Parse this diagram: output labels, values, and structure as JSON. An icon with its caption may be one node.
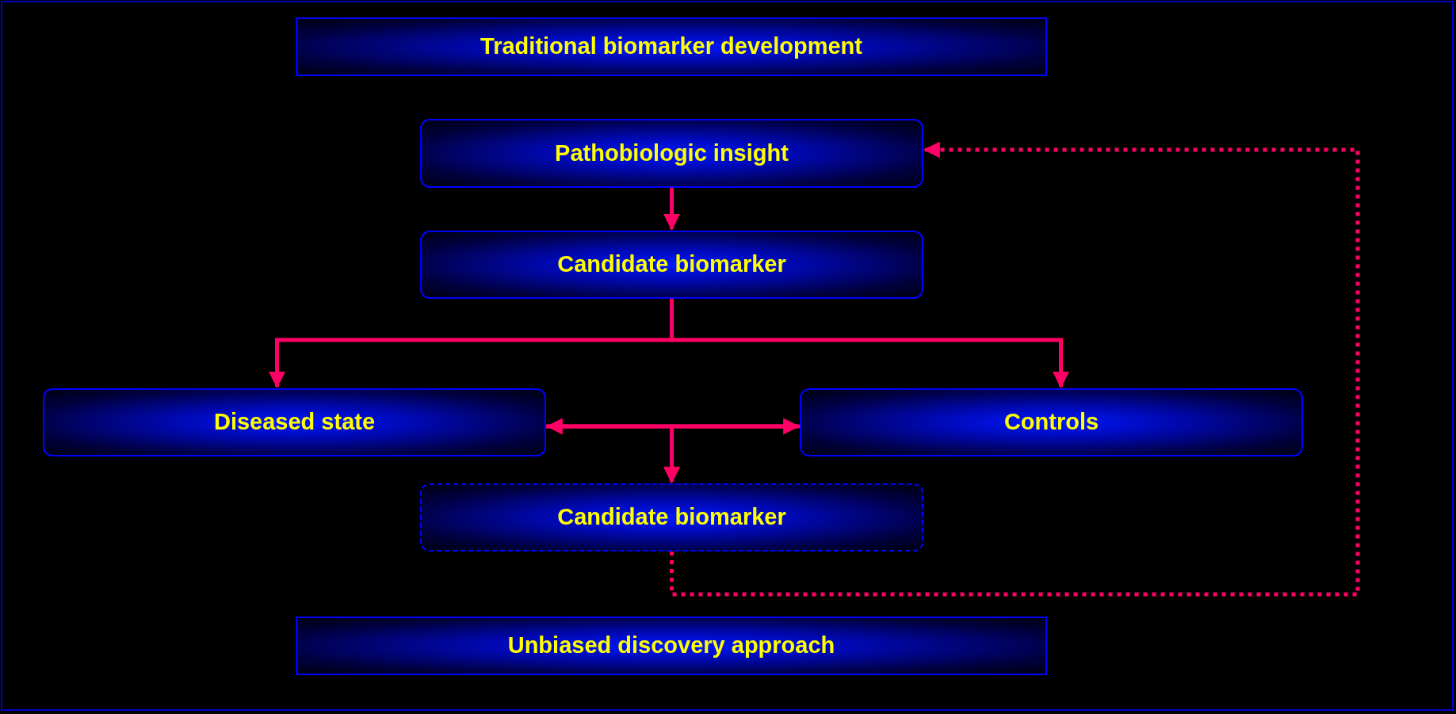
{
  "diagram": {
    "nodes": [
      {
        "text": [
          "Traditional biomarker development"
        ]
      },
      {
        "text": [
          "Pathobiologic insight"
        ]
      },
      {
        "text": [
          "Candidate biomarker"
        ]
      },
      {
        "text": [
          "Diseased state"
        ]
      },
      {
        "text": [
          "Controls"
        ]
      },
      {
        "text": [
          "Candidate biomarker"
        ]
      },
      {
        "text": [
          "Unbiased discovery approach"
        ]
      }
    ],
    "edges": [
      {
        "from": 1,
        "to": 2,
        "arrow": "to"
      },
      {
        "from": 2,
        "to": 3,
        "arrow": "to"
      },
      {
        "from": 2,
        "to": 4,
        "arrow": "to"
      },
      {
        "from": 3,
        "to": 4,
        "arrow": "both"
      },
      {
        "from": 3,
        "to": 5,
        "arrow": "to"
      },
      {
        "from": 4,
        "to": 5,
        "arrow": "to"
      },
      {
        "from": 5,
        "to": 1,
        "arrow": "to",
        "style": "dashed"
      }
    ]
  }
}
